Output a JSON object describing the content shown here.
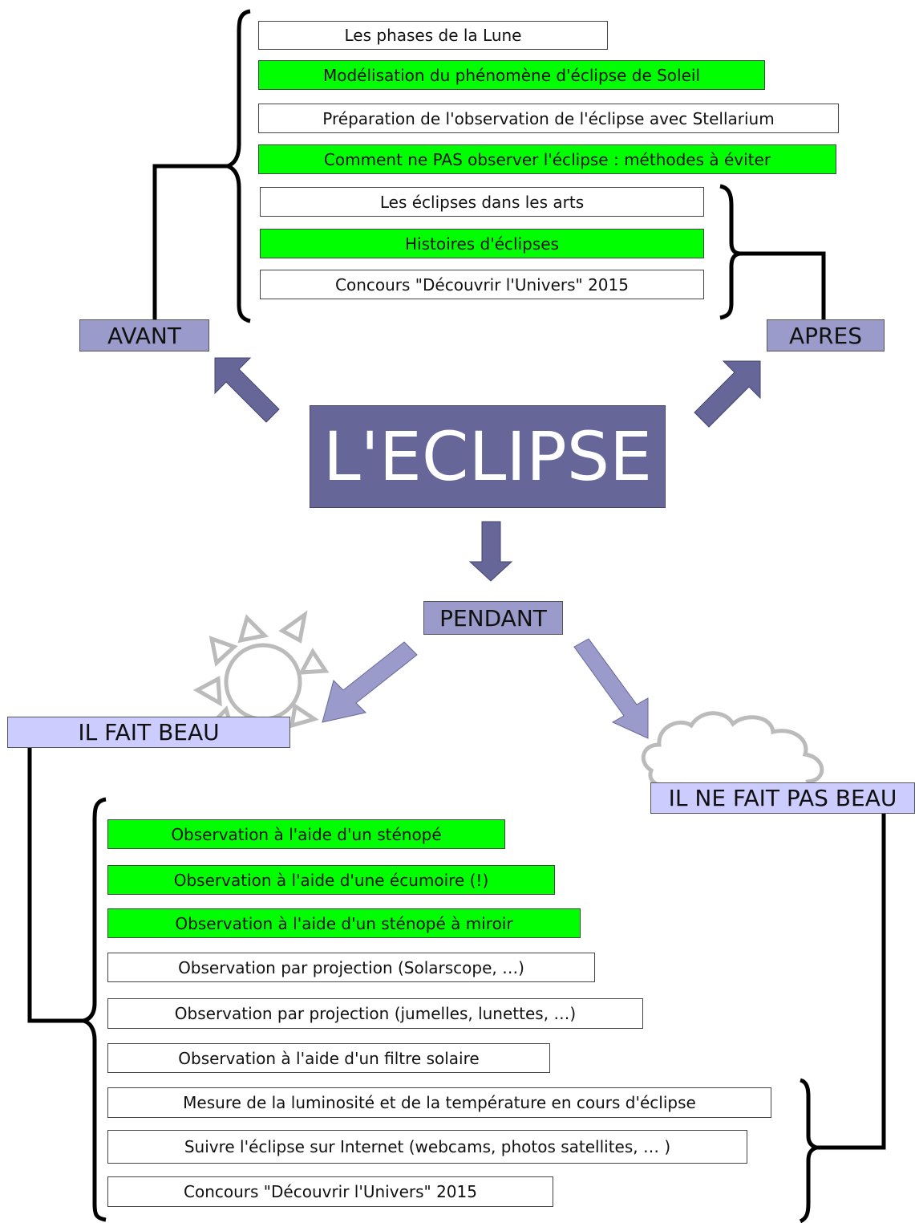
{
  "center": {
    "title": "L'ECLIPSE"
  },
  "labels": {
    "avant": "AVANT",
    "apres": "APRES",
    "pendant": "PENDANT",
    "beau": "IL FAIT BEAU",
    "pas_beau": "IL NE FAIT PAS BEAU"
  },
  "avant_items": [
    {
      "text": "Les phases de la Lune",
      "color": "#ffffff"
    },
    {
      "text": "Modélisation du phénomène d'éclipse de Soleil",
      "color": "#00ff00"
    },
    {
      "text": "Préparation de l'observation de l'éclipse avec Stellarium",
      "color": "#ffffff"
    },
    {
      "text": "Comment ne PAS observer l'éclipse : méthodes à éviter",
      "color": "#00ff00"
    },
    {
      "text": "Les éclipses dans les arts",
      "color": "#ffffff"
    },
    {
      "text": "Histoires d'éclipses",
      "color": "#00ff00"
    },
    {
      "text": "Concours \"Découvrir l'Univers\" 2015",
      "color": "#ffffff"
    }
  ],
  "pendant_items": [
    {
      "text": "Observation à l'aide d'un sténopé",
      "color": "#00ff00"
    },
    {
      "text": "Observation à l'aide d'une écumoire (!)",
      "color": "#00ff00"
    },
    {
      "text": "Observation à l'aide d'un sténopé à miroir",
      "color": "#00ff00"
    },
    {
      "text": "Observation par projection (Solarscope, …)",
      "color": "#ffffff"
    },
    {
      "text": "Observation par projection (jumelles, lunettes, …)",
      "color": "#ffffff"
    },
    {
      "text": "Observation à l'aide d'un filtre solaire",
      "color": "#ffffff"
    },
    {
      "text": "Mesure de la luminosité et de la température en cours d'éclipse",
      "color": "#ffffff"
    },
    {
      "text": "Suivre l'éclipse sur Internet (webcams, photos satellites, … )",
      "color": "#ffffff"
    },
    {
      "text": "Concours \"Découvrir l'Univers\" 2015",
      "color": "#ffffff"
    }
  ],
  "colors": {
    "arrow": "#666699",
    "label": "#9b9bcb",
    "lavender": "#ccccff",
    "green": "#00ff00"
  },
  "icons": {
    "sun": "sun-icon",
    "cloud": "cloud-icon"
  }
}
